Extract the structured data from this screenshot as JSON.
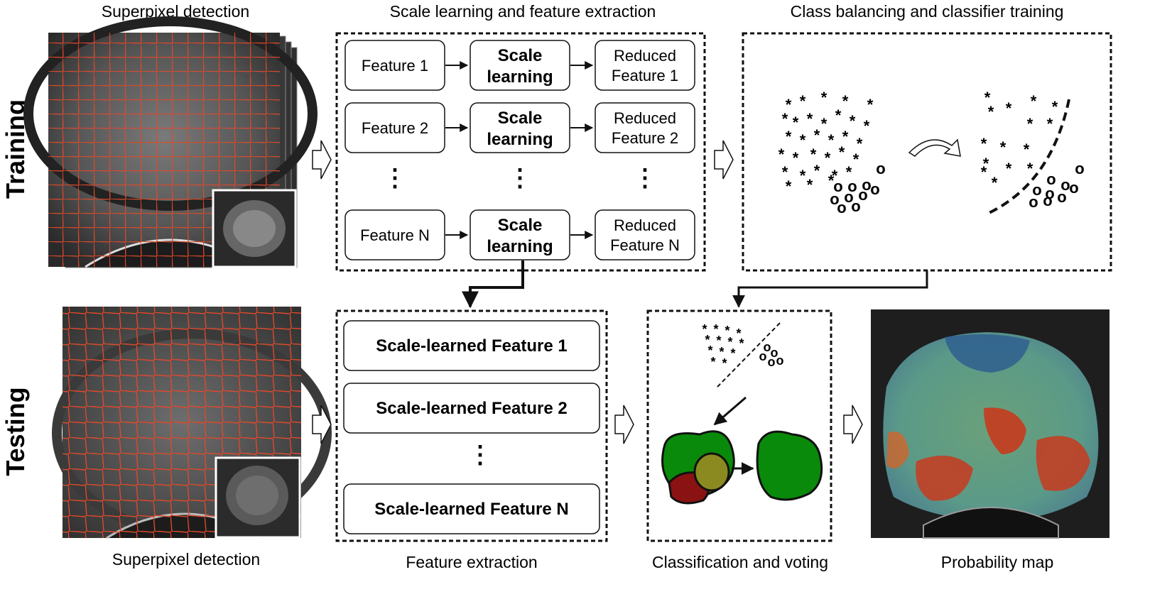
{
  "rows": {
    "training": "Training",
    "testing": "Testing"
  },
  "training": {
    "superpixel_title": "Superpixel detection",
    "scale_title": "Scale learning and feature extraction",
    "balance_title": "Class balancing and classifier training",
    "features": [
      {
        "input": "Feature 1",
        "process": [
          "Scale",
          "learning"
        ],
        "output": [
          "Reduced",
          "Feature 1"
        ]
      },
      {
        "input": "Feature 2",
        "process": [
          "Scale",
          "learning"
        ],
        "output": [
          "Reduced",
          "Feature 2"
        ]
      },
      {
        "input": "Feature N",
        "process": [
          "Scale",
          "learning"
        ],
        "output": [
          "Reduced",
          "Feature N"
        ]
      }
    ],
    "ellipsis": "⋮"
  },
  "testing": {
    "superpixel_caption": "Superpixel detection",
    "feature_caption": "Feature extraction",
    "classify_caption": "Classification and voting",
    "probability_caption": "Probability map",
    "scale_learned": [
      "Scale-learned Feature 1",
      "Scale-learned Feature 2",
      "Scale-learned Feature N"
    ],
    "ellipsis": "⋮"
  },
  "glyphs": {
    "star": "*",
    "circle": "o"
  },
  "colors": {
    "superpixel_line": "#e0482a",
    "region_green": "#0a8a0a",
    "region_red": "#8b1212",
    "region_olive": "#8a8a20",
    "heat_blue": "#2f5f8f",
    "heat_green": "#6aa07a",
    "heat_red": "#c83a1e"
  }
}
